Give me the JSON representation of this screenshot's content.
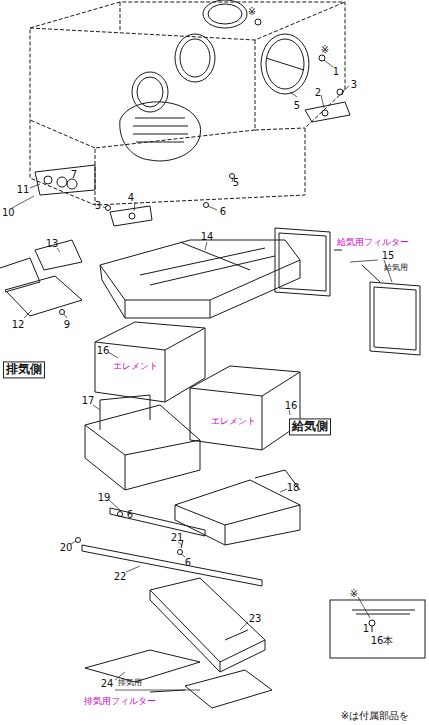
{
  "diagram": {
    "labels": [
      "※",
      "※",
      "1",
      "3",
      "2",
      "5",
      "11",
      "10",
      "7",
      "4",
      "3",
      "5",
      "6",
      "13",
      "12",
      "9",
      "14",
      "給気用フィルター",
      "15",
      "給気用",
      "16",
      "エレメント",
      "排気側",
      "エレメント",
      "16",
      "給気側",
      "17",
      "18",
      "19",
      "6",
      "20",
      "21",
      "6",
      "22",
      "23",
      "排気用",
      "24",
      "排気用フィルター",
      "※",
      "1",
      "16本",
      "※は付属部品を"
    ]
  }
}
